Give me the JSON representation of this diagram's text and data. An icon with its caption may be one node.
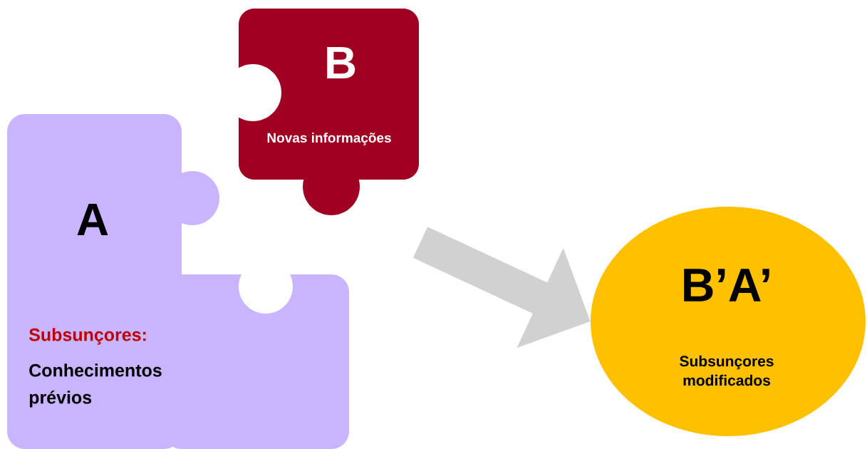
{
  "diagram": {
    "nodes": [
      {
        "text": [
          "A",
          "Subsunçores:",
          "Conhecimentos prévios"
        ]
      },
      {
        "text": [
          "B",
          "Novas informações"
        ]
      },
      {
        "text": [
          "B’A’",
          "Subsunçores modificados"
        ]
      }
    ],
    "edges": [
      {
        "from": null,
        "to": 2,
        "arrow": "to"
      }
    ]
  }
}
